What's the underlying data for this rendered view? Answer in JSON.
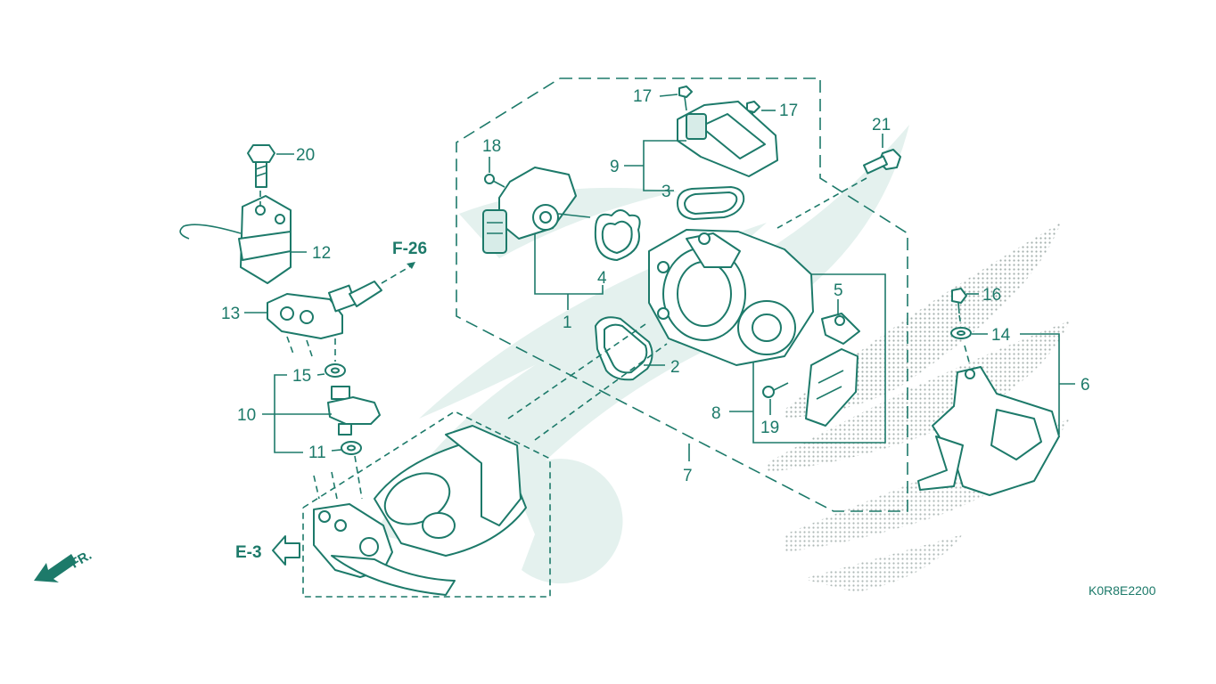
{
  "part_labels": {
    "p1": "1",
    "p2": "2",
    "p3": "3",
    "p4": "4",
    "p5": "5",
    "p6": "6",
    "p7": "7",
    "p8": "8",
    "p9": "9",
    "p10": "10",
    "p11": "11",
    "p12": "12",
    "p13": "13",
    "p14": "14",
    "p15": "15",
    "p16": "16",
    "p17a": "17",
    "p17b": "17",
    "p18": "18",
    "p19": "19",
    "p20": "20",
    "p21": "21"
  },
  "references": {
    "f26": "F-26",
    "e3": "E-3"
  },
  "front_marker": "FR.",
  "diagram_code": "K0R8E2200",
  "colors": {
    "ink": "#1d7a6a",
    "watermark": "#e4f1ee",
    "background": "#ffffff"
  }
}
